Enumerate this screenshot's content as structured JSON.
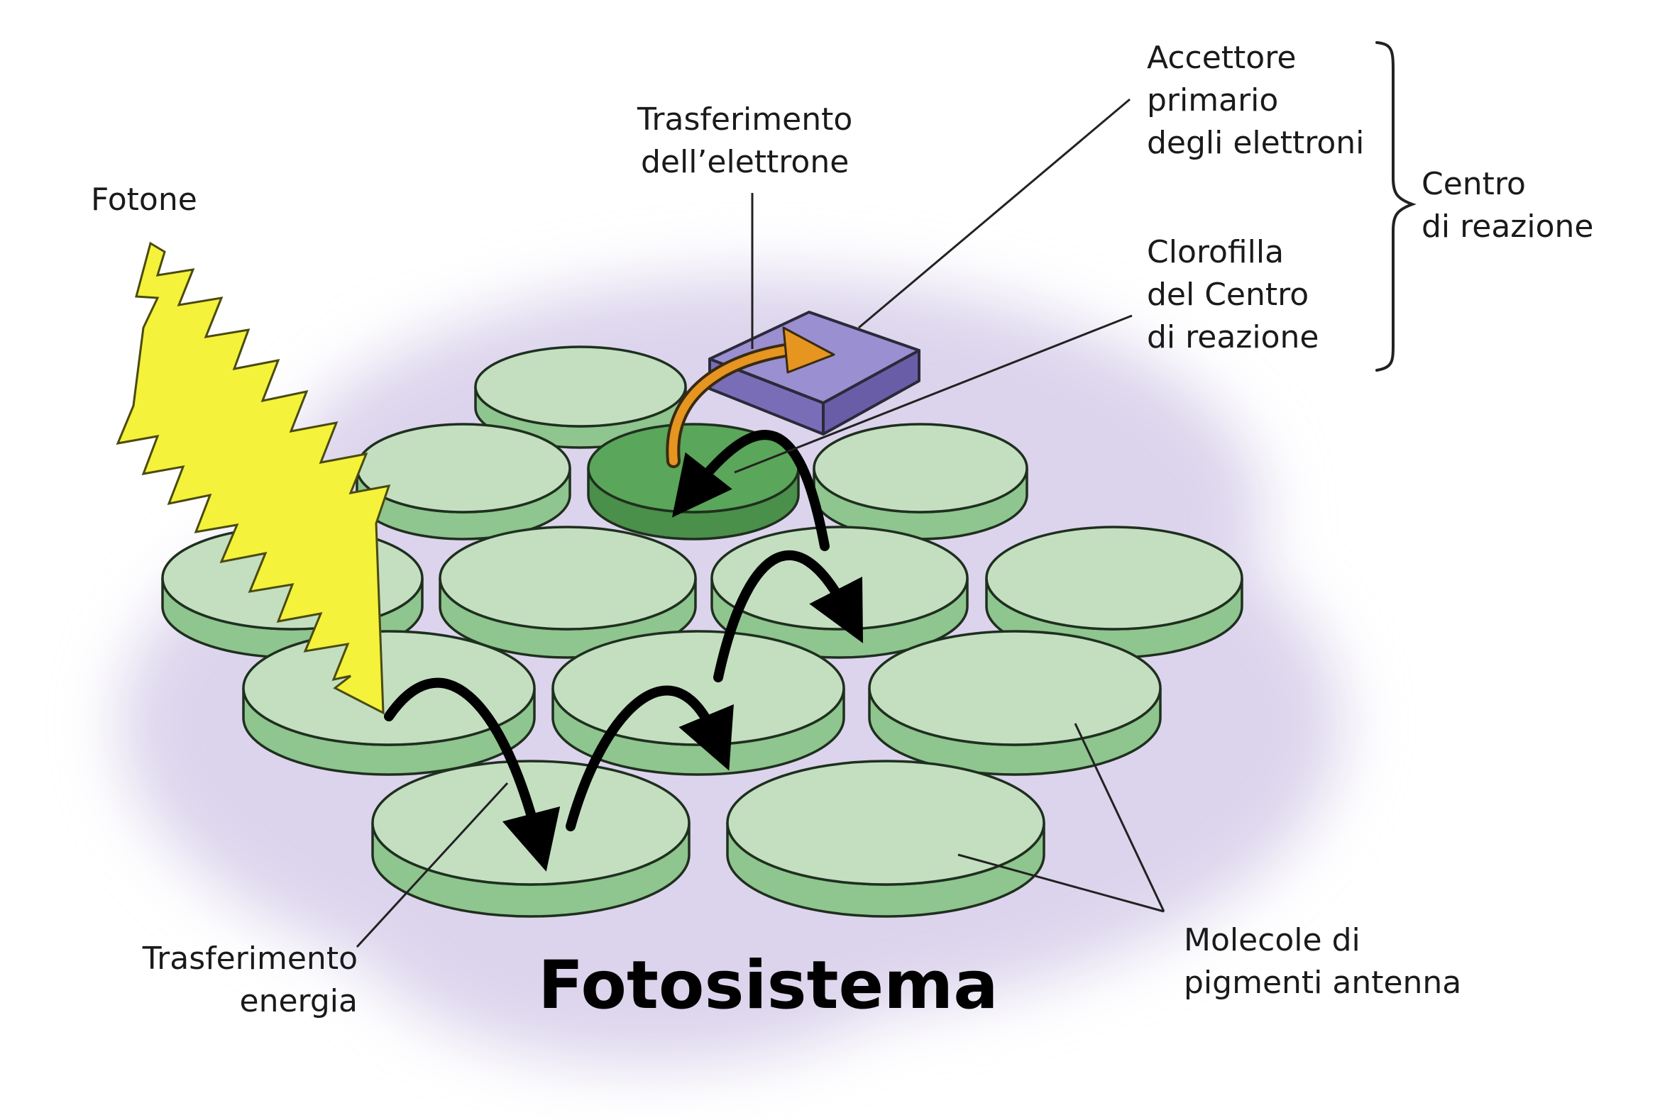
{
  "labels": {
    "fotone": "Fotone",
    "trasferimento_elettrone": "Trasferimento\ndell’elettrone",
    "accettore": "Accettore\nprimario\ndegli elettroni",
    "clorofilla": "Clorofilla\ndel Centro\ndi reazione",
    "centro_reazione": "Centro\ndi reazione",
    "trasferimento_energia": "Trasferimento\nenergia",
    "molecole_antenna": "Molecole di\npigmenti antenna",
    "title": "Fotosistema"
  },
  "colors": {
    "disc_top": "#c3dfc0",
    "disc_side": "#8fc58e",
    "center_disc_top": "#5aa65a",
    "center_disc_side": "#4a8f4a",
    "acceptor_top": "#9a8fd0",
    "acceptor_side": "#7a6db8",
    "halo": "#dcd4ec",
    "photon": "#f4f23a",
    "electron_arrow": "#e59520",
    "energy_arrow": "#000000",
    "leader_line": "#222222"
  },
  "icons": {
    "photon": "lightning-bolt-icon",
    "reaction_center_brace": "curly-brace-icon"
  }
}
